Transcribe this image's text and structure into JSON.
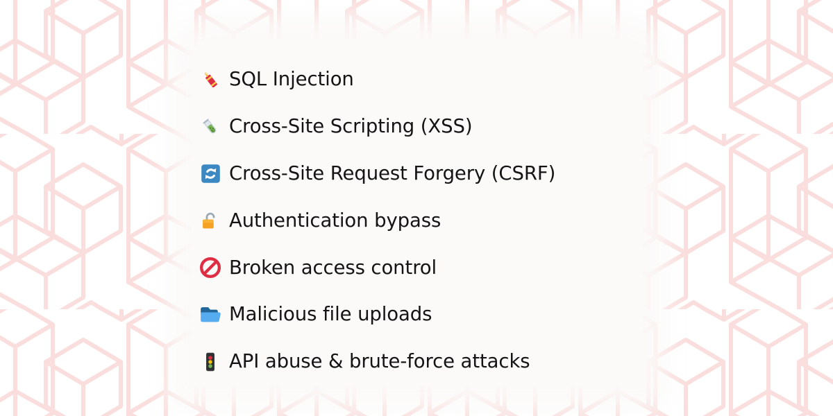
{
  "page": {
    "background_color": "#ffffff",
    "pattern_color": "#fadedd",
    "card_color": "#fbfaf9",
    "text_color": "#141414",
    "pattern_name": "laravel-isometric-logo-tile"
  },
  "list": {
    "name": "web-application-vulnerabilities",
    "items": [
      {
        "icon": "firecracker-icon",
        "emoji": "🧨",
        "label": "SQL Injection"
      },
      {
        "icon": "test-tube-icon",
        "emoji": "🧪",
        "label": "Cross-Site Scripting (XSS)"
      },
      {
        "icon": "counterclockwise-arrows-button-icon",
        "emoji": "🔄",
        "label": "Cross-Site Request Forgery (CSRF)"
      },
      {
        "icon": "unlocked-padlock-icon",
        "emoji": "🔓",
        "label": "Authentication bypass"
      },
      {
        "icon": "prohibited-sign-icon",
        "emoji": "🚫",
        "label": "Broken access control"
      },
      {
        "icon": "open-file-folder-icon",
        "emoji": "📂",
        "label": "Malicious file uploads"
      },
      {
        "icon": "vertical-traffic-light-icon",
        "emoji": "🚦",
        "label": "API abuse & brute-force attacks"
      }
    ]
  }
}
